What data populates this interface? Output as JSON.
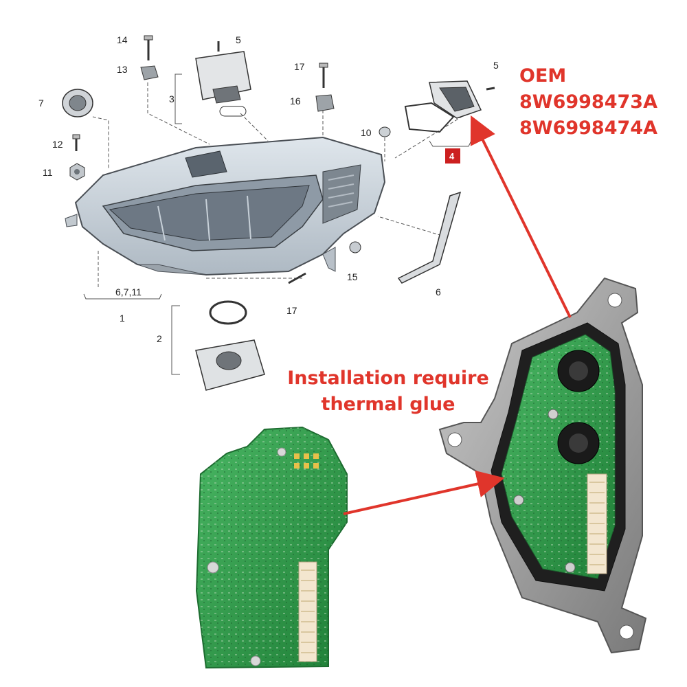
{
  "callouts": {
    "c14": "14",
    "c5a": "5",
    "c13": "13",
    "c3": "3",
    "c7": "7",
    "c17a": "17",
    "c16": "16",
    "c5b": "5",
    "c10": "10",
    "c12": "12",
    "c11": "11",
    "c4": "4",
    "c15": "15",
    "c6": "6",
    "c6711": "6,7,11",
    "c1": "1",
    "c17b": "17",
    "c2": "2"
  },
  "oem": {
    "label": "OEM",
    "part_left": "8W6998473A",
    "part_right": "8W6998474A"
  },
  "note": {
    "line1": "Installation require",
    "line2": "thermal glue"
  },
  "colors": {
    "accent": "#e0352b",
    "pcb_green": "#2f9e4a",
    "housing_gray": "#8d8d8d"
  }
}
